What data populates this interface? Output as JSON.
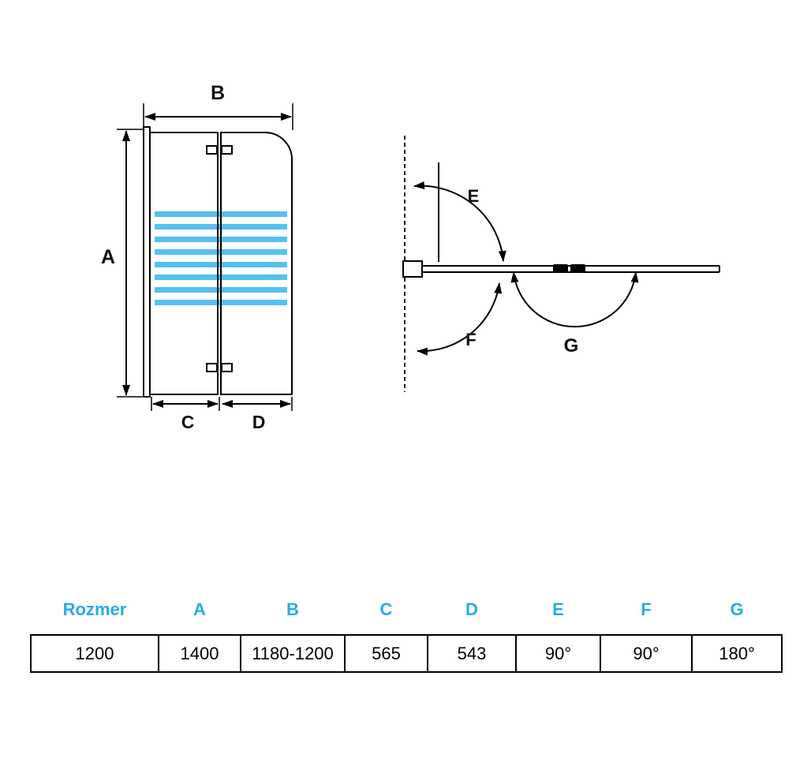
{
  "colors": {
    "stripe": "#55C1F0",
    "table_header": "#29ABE2",
    "line": "#000000"
  },
  "front_view": {
    "width_label": "B",
    "height_label": "A",
    "panel1_width_label": "C",
    "panel2_width_label": "D"
  },
  "top_view": {
    "fold_up_angle_label": "E",
    "fold_down_angle_label": "F",
    "fold_flat_angle_label": "G"
  },
  "table": {
    "headers": [
      "Rozmer",
      "A",
      "B",
      "C",
      "D",
      "E",
      "F",
      "G"
    ],
    "values": [
      "1200",
      "1400",
      "1180-1200",
      "565",
      "543",
      "90°",
      "90°",
      "180°"
    ]
  }
}
